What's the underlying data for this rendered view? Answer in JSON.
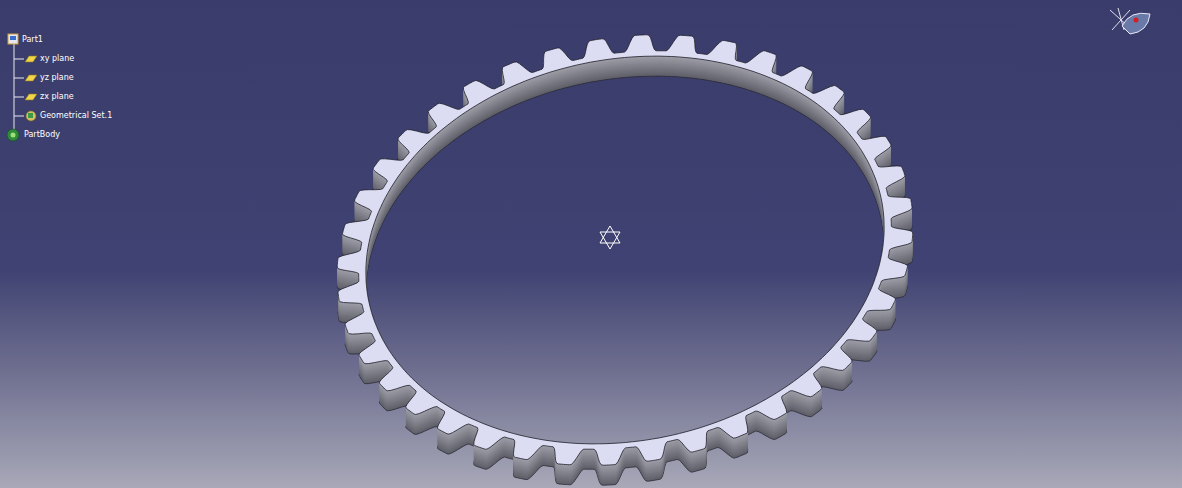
{
  "diagram": {
    "labels": [
      "Part1",
      "xy plane",
      "yz plane",
      "zx plane",
      "Geometrical Set.1",
      "PartBody"
    ]
  }
}
